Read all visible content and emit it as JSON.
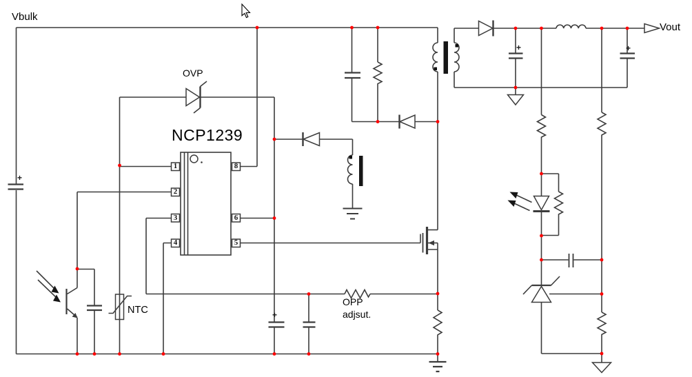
{
  "diagram": {
    "power_rail_label": "Vbulk",
    "output_label": "Vout",
    "ovp_label": "OVP",
    "ntc_label": "NTC",
    "opp_label": [
      "OPP",
      "adjsut."
    ],
    "plus_mark": "+",
    "ic": {
      "part_number": "NCP1239",
      "pins": {
        "p1": "1",
        "p2": "2",
        "p3": "3",
        "p4": "4",
        "p5": "5",
        "p6": "6",
        "p8": "8"
      }
    },
    "colors": {
      "wire": "#3c3c3c",
      "junction_dot": "#ff0000",
      "background": "#ffffff",
      "text": "#000000"
    }
  }
}
